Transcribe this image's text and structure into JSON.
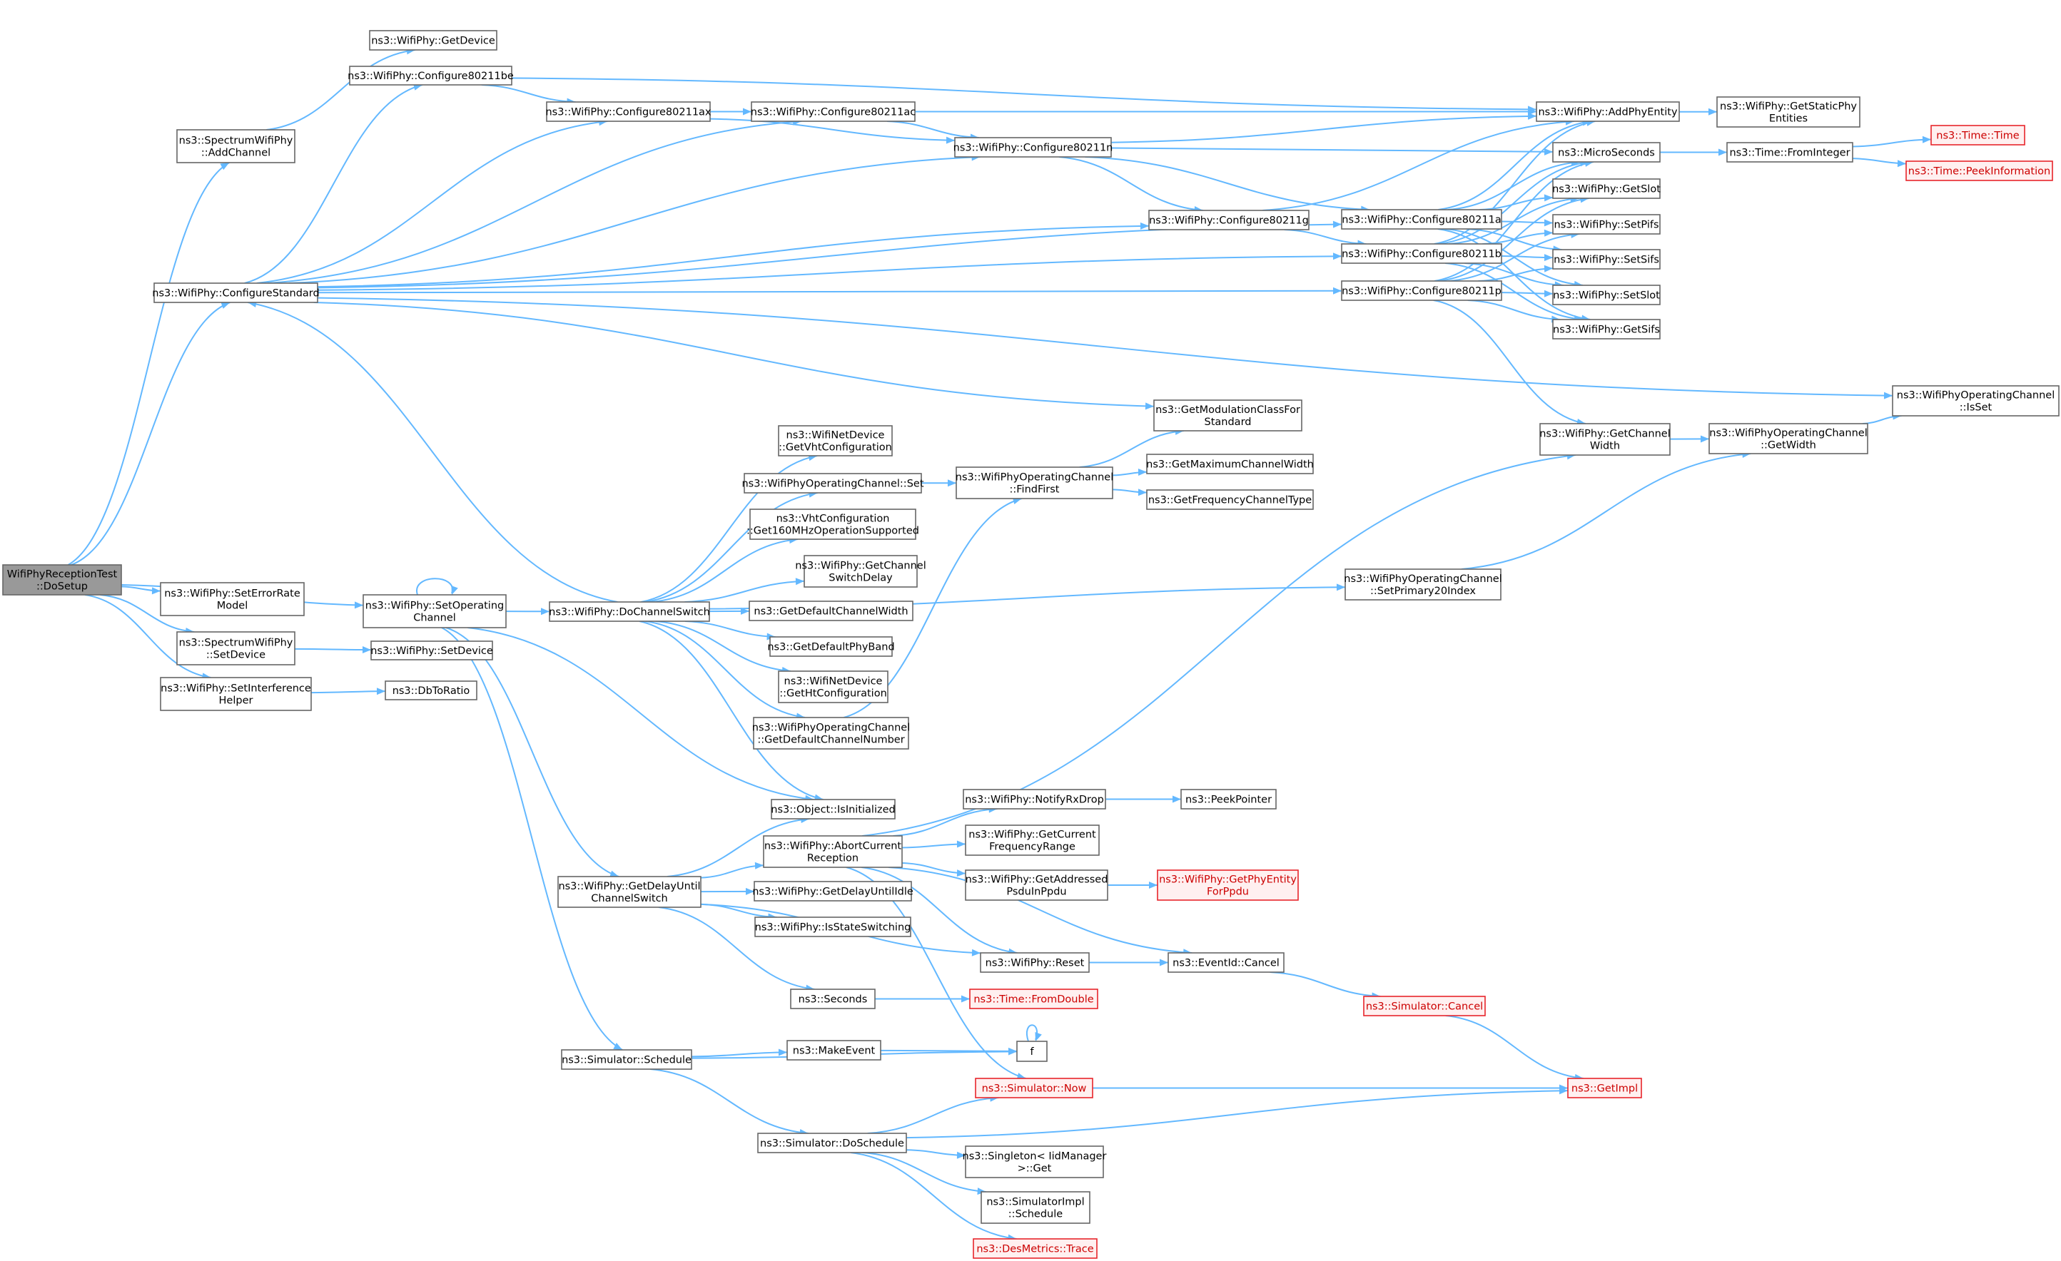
{
  "graph": {
    "colors": {
      "edge": "#63b8ff",
      "node_border": "#666666",
      "root_fill": "#999999",
      "truncated_border": "#e8252b"
    },
    "nodes": [
      {
        "id": "root",
        "lines": [
          "WifiPhyReceptionTest",
          "::DoSetup"
        ],
        "kind": "root"
      },
      {
        "id": "specAdd",
        "lines": [
          "ns3::SpectrumWifiPhy",
          "::AddChannel"
        ]
      },
      {
        "id": "getDevice",
        "lines": [
          "ns3::WifiPhy::GetDevice"
        ]
      },
      {
        "id": "cfgStd",
        "lines": [
          "ns3::WifiPhy::ConfigureStandard"
        ]
      },
      {
        "id": "setErr",
        "lines": [
          "ns3::WifiPhy::SetErrorRate",
          "Model"
        ]
      },
      {
        "id": "specSetDev",
        "lines": [
          "ns3::SpectrumWifiPhy",
          "::SetDevice"
        ]
      },
      {
        "id": "setIntf",
        "lines": [
          "ns3::WifiPhy::SetInterference",
          "Helper"
        ]
      },
      {
        "id": "setOpCh",
        "lines": [
          "ns3::WifiPhy::SetOperating",
          "Channel"
        ]
      },
      {
        "id": "setDev",
        "lines": [
          "ns3::WifiPhy::SetDevice"
        ]
      },
      {
        "id": "dbToRatio",
        "lines": [
          "ns3::DbToRatio"
        ]
      },
      {
        "id": "cfgBe",
        "lines": [
          "ns3::WifiPhy::Configure80211be"
        ]
      },
      {
        "id": "cfgAx",
        "lines": [
          "ns3::WifiPhy::Configure80211ax"
        ]
      },
      {
        "id": "cfgAc",
        "lines": [
          "ns3::WifiPhy::Configure80211ac"
        ]
      },
      {
        "id": "cfgN",
        "lines": [
          "ns3::WifiPhy::Configure80211n"
        ]
      },
      {
        "id": "cfgG",
        "lines": [
          "ns3::WifiPhy::Configure80211g"
        ]
      },
      {
        "id": "cfgA",
        "lines": [
          "ns3::WifiPhy::Configure80211a"
        ]
      },
      {
        "id": "cfgB",
        "lines": [
          "ns3::WifiPhy::Configure80211b"
        ]
      },
      {
        "id": "cfgP",
        "lines": [
          "ns3::WifiPhy::Configure80211p"
        ]
      },
      {
        "id": "addEnt",
        "lines": [
          "ns3::WifiPhy::AddPhyEntity"
        ]
      },
      {
        "id": "staticEnt",
        "lines": [
          "ns3::WifiPhy::GetStaticPhy",
          "Entities"
        ]
      },
      {
        "id": "micro",
        "lines": [
          "ns3::MicroSeconds"
        ]
      },
      {
        "id": "fromInt",
        "lines": [
          "ns3::Time::FromInteger"
        ]
      },
      {
        "id": "timeTime",
        "lines": [
          "ns3::Time::Time"
        ],
        "kind": "trunc"
      },
      {
        "id": "peekInfo",
        "lines": [
          "ns3::Time::PeekInformation"
        ],
        "kind": "trunc"
      },
      {
        "id": "getSlot",
        "lines": [
          "ns3::WifiPhy::GetSlot"
        ]
      },
      {
        "id": "setPifs",
        "lines": [
          "ns3::WifiPhy::SetPifs"
        ]
      },
      {
        "id": "setSifs",
        "lines": [
          "ns3::WifiPhy::SetSifs"
        ]
      },
      {
        "id": "setSlot",
        "lines": [
          "ns3::WifiPhy::SetSlot"
        ]
      },
      {
        "id": "getSifs",
        "lines": [
          "ns3::WifiPhy::GetSifs"
        ]
      },
      {
        "id": "isSet",
        "lines": [
          "ns3::WifiPhyOperatingChannel",
          "::IsSet"
        ]
      },
      {
        "id": "getModClass",
        "lines": [
          "ns3::GetModulationClassFor",
          "Standard"
        ]
      },
      {
        "id": "getChW",
        "lines": [
          "ns3::WifiPhy::GetChannel",
          "Width"
        ]
      },
      {
        "id": "opGetW",
        "lines": [
          "ns3::WifiPhyOperatingChannel",
          "::GetWidth"
        ]
      },
      {
        "id": "getVht",
        "lines": [
          "ns3::WifiNetDevice",
          "::GetVhtConfiguration"
        ]
      },
      {
        "id": "opSet",
        "lines": [
          "ns3::WifiPhyOperatingChannel::Set"
        ]
      },
      {
        "id": "findFirst",
        "lines": [
          "ns3::WifiPhyOperatingChannel",
          "::FindFirst"
        ]
      },
      {
        "id": "getMaxW",
        "lines": [
          "ns3::GetMaximumChannelWidth"
        ]
      },
      {
        "id": "getFreqType",
        "lines": [
          "ns3::GetFrequencyChannelType"
        ]
      },
      {
        "id": "vht160",
        "lines": [
          "ns3::VhtConfiguration",
          "::Get160MHzOperationSupported"
        ]
      },
      {
        "id": "swDelay",
        "lines": [
          "ns3::WifiPhy::GetChannel",
          "SwitchDelay"
        ]
      },
      {
        "id": "doSwitch",
        "lines": [
          "ns3::WifiPhy::DoChannelSwitch"
        ]
      },
      {
        "id": "defW",
        "lines": [
          "ns3::GetDefaultChannelWidth"
        ]
      },
      {
        "id": "defBand",
        "lines": [
          "ns3::GetDefaultPhyBand"
        ]
      },
      {
        "id": "htCfg",
        "lines": [
          "ns3::WifiNetDevice",
          "::GetHtConfiguration"
        ]
      },
      {
        "id": "defNum",
        "lines": [
          "ns3::WifiPhyOperatingChannel",
          "::GetDefaultChannelNumber"
        ]
      },
      {
        "id": "setP20",
        "lines": [
          "ns3::WifiPhyOperatingChannel",
          "::SetPrimary20Index"
        ]
      },
      {
        "id": "isInit",
        "lines": [
          "ns3::Object::IsInitialized"
        ]
      },
      {
        "id": "notifyRx",
        "lines": [
          "ns3::WifiPhy::NotifyRxDrop"
        ]
      },
      {
        "id": "peekPtr",
        "lines": [
          "ns3::PeekPointer"
        ]
      },
      {
        "id": "abortRx",
        "lines": [
          "ns3::WifiPhy::AbortCurrent",
          "Reception"
        ]
      },
      {
        "id": "curFreq",
        "lines": [
          "ns3::WifiPhy::GetCurrent",
          "FrequencyRange"
        ]
      },
      {
        "id": "getAddr",
        "lines": [
          "ns3::WifiPhy::GetAddressed",
          "PsduInPpdu"
        ]
      },
      {
        "id": "entPpdu",
        "lines": [
          "ns3::WifiPhy::GetPhyEntity",
          "ForPpdu"
        ],
        "kind": "trunc"
      },
      {
        "id": "delaySwitch",
        "lines": [
          "ns3::WifiPhy::GetDelayUntil",
          "ChannelSwitch"
        ]
      },
      {
        "id": "delayIdle",
        "lines": [
          "ns3::WifiPhy::GetDelayUntilIdle"
        ]
      },
      {
        "id": "isStateSw",
        "lines": [
          "ns3::WifiPhy::IsStateSwitching"
        ]
      },
      {
        "id": "reset",
        "lines": [
          "ns3::WifiPhy::Reset"
        ]
      },
      {
        "id": "evCancel",
        "lines": [
          "ns3::EventId::Cancel"
        ]
      },
      {
        "id": "seconds",
        "lines": [
          "ns3::Seconds"
        ]
      },
      {
        "id": "fromDouble",
        "lines": [
          "ns3::Time::FromDouble"
        ],
        "kind": "trunc"
      },
      {
        "id": "simCancel",
        "lines": [
          "ns3::Simulator::Cancel"
        ],
        "kind": "trunc"
      },
      {
        "id": "makeEvent",
        "lines": [
          "ns3::MakeEvent"
        ]
      },
      {
        "id": "f",
        "lines": [
          "f"
        ]
      },
      {
        "id": "schedule",
        "lines": [
          "ns3::Simulator::Schedule"
        ]
      },
      {
        "id": "simNow",
        "lines": [
          "ns3::Simulator::Now"
        ],
        "kind": "trunc"
      },
      {
        "id": "getImpl",
        "lines": [
          "ns3::GetImpl"
        ],
        "kind": "trunc"
      },
      {
        "id": "doSchedule",
        "lines": [
          "ns3::Simulator::DoSchedule"
        ]
      },
      {
        "id": "singleton",
        "lines": [
          "ns3::Singleton< IidManager",
          ">::Get"
        ]
      },
      {
        "id": "implSched",
        "lines": [
          "ns3::SimulatorImpl",
          "::Schedule"
        ]
      },
      {
        "id": "desTrace",
        "lines": [
          "ns3::DesMetrics::Trace"
        ],
        "kind": "trunc"
      }
    ],
    "edges": [
      [
        "root",
        "specAdd"
      ],
      [
        "root",
        "cfgStd"
      ],
      [
        "root",
        "setErr"
      ],
      [
        "root",
        "specSetDev"
      ],
      [
        "root",
        "setIntf"
      ],
      [
        "root",
        "setOpCh"
      ],
      [
        "specAdd",
        "getDevice"
      ],
      [
        "cfgStd",
        "cfgBe"
      ],
      [
        "cfgStd",
        "cfgAx"
      ],
      [
        "cfgStd",
        "cfgAc"
      ],
      [
        "cfgStd",
        "cfgN"
      ],
      [
        "cfgStd",
        "cfgG"
      ],
      [
        "cfgStd",
        "cfgA"
      ],
      [
        "cfgStd",
        "cfgB"
      ],
      [
        "cfgStd",
        "cfgP"
      ],
      [
        "cfgStd",
        "isSet"
      ],
      [
        "cfgStd",
        "getModClass"
      ],
      [
        "specSetDev",
        "setDev"
      ],
      [
        "setIntf",
        "dbToRatio"
      ],
      [
        "cfgBe",
        "addEnt"
      ],
      [
        "cfgBe",
        "cfgAx"
      ],
      [
        "cfgAx",
        "addEnt"
      ],
      [
        "cfgAx",
        "cfgAc"
      ],
      [
        "cfgAx",
        "cfgN"
      ],
      [
        "cfgAc",
        "addEnt"
      ],
      [
        "cfgAc",
        "cfgN"
      ],
      [
        "cfgN",
        "addEnt"
      ],
      [
        "cfgN",
        "micro"
      ],
      [
        "cfgN",
        "cfgG"
      ],
      [
        "cfgN",
        "cfgA"
      ],
      [
        "cfgG",
        "addEnt"
      ],
      [
        "cfgG",
        "cfgB"
      ],
      [
        "cfgA",
        "addEnt"
      ],
      [
        "cfgA",
        "micro"
      ],
      [
        "cfgA",
        "getSlot"
      ],
      [
        "cfgA",
        "setPifs"
      ],
      [
        "cfgA",
        "setSifs"
      ],
      [
        "cfgA",
        "setSlot"
      ],
      [
        "cfgA",
        "getSifs"
      ],
      [
        "cfgB",
        "addEnt"
      ],
      [
        "cfgB",
        "micro"
      ],
      [
        "cfgB",
        "getSlot"
      ],
      [
        "cfgB",
        "setPifs"
      ],
      [
        "cfgB",
        "setSifs"
      ],
      [
        "cfgB",
        "setSlot"
      ],
      [
        "cfgB",
        "getSifs"
      ],
      [
        "cfgP",
        "micro"
      ],
      [
        "cfgP",
        "getSlot"
      ],
      [
        "cfgP",
        "setPifs"
      ],
      [
        "cfgP",
        "setSifs"
      ],
      [
        "cfgP",
        "setSlot"
      ],
      [
        "cfgP",
        "getSifs"
      ],
      [
        "cfgP",
        "getChW"
      ],
      [
        "addEnt",
        "staticEnt"
      ],
      [
        "micro",
        "fromInt"
      ],
      [
        "fromInt",
        "timeTime"
      ],
      [
        "fromInt",
        "peekInfo"
      ],
      [
        "getChW",
        "opGetW"
      ],
      [
        "opGetW",
        "isSet"
      ],
      [
        "setOpCh",
        "setOpCh"
      ],
      [
        "setOpCh",
        "doSwitch"
      ],
      [
        "setOpCh",
        "isInit"
      ],
      [
        "setOpCh",
        "delaySwitch"
      ],
      [
        "setOpCh",
        "schedule"
      ],
      [
        "doSwitch",
        "cfgStd"
      ],
      [
        "doSwitch",
        "getVht"
      ],
      [
        "doSwitch",
        "opSet"
      ],
      [
        "doSwitch",
        "vht160"
      ],
      [
        "doSwitch",
        "swDelay"
      ],
      [
        "doSwitch",
        "defW"
      ],
      [
        "doSwitch",
        "defBand"
      ],
      [
        "doSwitch",
        "htCfg"
      ],
      [
        "doSwitch",
        "defNum"
      ],
      [
        "doSwitch",
        "setP20"
      ],
      [
        "doSwitch",
        "isInit"
      ],
      [
        "opSet",
        "findFirst"
      ],
      [
        "findFirst",
        "getModClass"
      ],
      [
        "findFirst",
        "getMaxW"
      ],
      [
        "findFirst",
        "getFreqType"
      ],
      [
        "defNum",
        "findFirst"
      ],
      [
        "setP20",
        "opGetW"
      ],
      [
        "delaySwitch",
        "isInit"
      ],
      [
        "delaySwitch",
        "abortRx"
      ],
      [
        "delaySwitch",
        "delayIdle"
      ],
      [
        "delaySwitch",
        "isStateSw"
      ],
      [
        "delaySwitch",
        "reset"
      ],
      [
        "delaySwitch",
        "seconds"
      ],
      [
        "abortRx",
        "getChW"
      ],
      [
        "abortRx",
        "notifyRx"
      ],
      [
        "abortRx",
        "curFreq"
      ],
      [
        "abortRx",
        "getAddr"
      ],
      [
        "abortRx",
        "reset"
      ],
      [
        "abortRx",
        "evCancel"
      ],
      [
        "abortRx",
        "simNow"
      ],
      [
        "notifyRx",
        "peekPtr"
      ],
      [
        "getAddr",
        "entPpdu"
      ],
      [
        "reset",
        "evCancel"
      ],
      [
        "evCancel",
        "simCancel"
      ],
      [
        "simCancel",
        "getImpl"
      ],
      [
        "seconds",
        "fromDouble"
      ],
      [
        "schedule",
        "makeEvent"
      ],
      [
        "schedule",
        "f"
      ],
      [
        "schedule",
        "doSchedule"
      ],
      [
        "makeEvent",
        "f"
      ],
      [
        "f",
        "f"
      ],
      [
        "simNow",
        "getImpl"
      ],
      [
        "doSchedule",
        "simNow"
      ],
      [
        "doSchedule",
        "getImpl"
      ],
      [
        "doSchedule",
        "singleton"
      ],
      [
        "doSchedule",
        "implSched"
      ],
      [
        "doSchedule",
        "desTrace"
      ]
    ]
  }
}
